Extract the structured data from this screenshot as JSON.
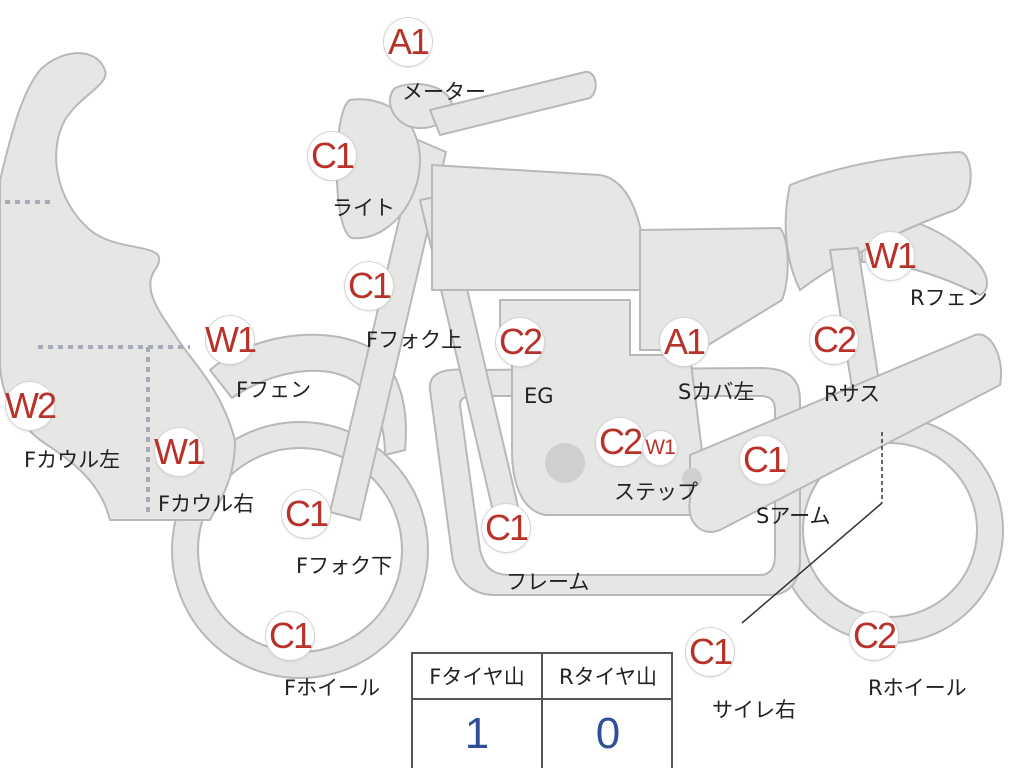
{
  "colors": {
    "grade_text": "#b8322a",
    "value_text": "#2f4e9c",
    "part_fill": "#e6e6e4",
    "part_stroke": "#b8b8b8"
  },
  "parts": [
    {
      "grade": "A1",
      "label": "メーター"
    },
    {
      "grade": "C1",
      "label": "ライト"
    },
    {
      "grade": "C1",
      "label": "Fフォク上"
    },
    {
      "grade": "W1",
      "label": "Fフェン"
    },
    {
      "grade": "W2",
      "label": "Fカウル左"
    },
    {
      "grade": "W1",
      "label": "Fカウル右"
    },
    {
      "grade": "C1",
      "label": "Fフォク下"
    },
    {
      "grade": "C1",
      "label": "Fホイール"
    },
    {
      "grade": "C2",
      "label": "EG"
    },
    {
      "grade": "A1",
      "label": "Sカバ左"
    },
    {
      "grade": "W1",
      "label": "Rフェン"
    },
    {
      "grade": "C2",
      "label": "Rサス"
    },
    {
      "grade": "C2",
      "label": ""
    },
    {
      "grade": "W1",
      "label": "ステップ"
    },
    {
      "grade": "C1",
      "label": "Sアーム"
    },
    {
      "grade": "C1",
      "label": "フレーム"
    },
    {
      "grade": "C1",
      "label": "サイレ右"
    },
    {
      "grade": "C2",
      "label": "Rホイール"
    }
  ],
  "tire_table": {
    "headers": [
      "Fタイヤ山",
      "Rタイヤ山"
    ],
    "values": [
      "1",
      "0"
    ]
  }
}
